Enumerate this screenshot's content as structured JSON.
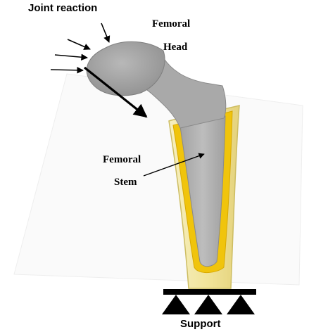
{
  "labels": {
    "joint_reaction": "Joint reaction",
    "femoral_head_line1": "Femoral",
    "femoral_head_line2": "Head",
    "femoral_stem_line1": "Femoral",
    "femoral_stem_line2": "Stem",
    "support": "Support"
  },
  "colors": {
    "bone": "#f3e9a8",
    "bone_edge": "#cdbd62",
    "cement": "#f0c40c",
    "implant": "#a6a6a6",
    "implant_edge": "#8a8a8a",
    "support": "#000000",
    "arrow": "#000000"
  }
}
